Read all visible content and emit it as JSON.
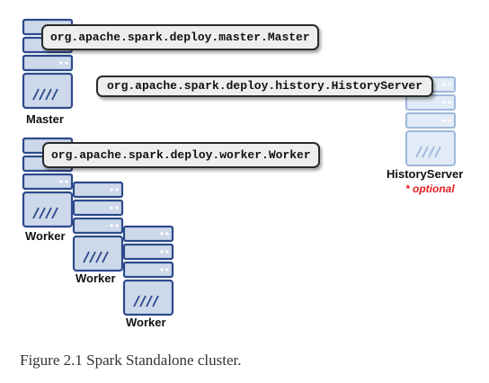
{
  "servers": {
    "master": {
      "label": "Master"
    },
    "worker_1": {
      "label": "Worker"
    },
    "worker_2": {
      "label": "Worker"
    },
    "worker_3": {
      "label": "Worker"
    },
    "history": {
      "label": "HistoryServer",
      "note": "* optional"
    }
  },
  "callouts": {
    "master_class": "org.apache.spark.deploy.master.Master",
    "history_class": "org.apache.spark.deploy.history.HistoryServer",
    "worker_class": "org.apache.spark.deploy.worker.Worker"
  },
  "caption": "Figure 2.1 Spark Standalone cluster.",
  "colors": {
    "active_fill": "#cdd8ea",
    "active_stroke": "#2c4a8c",
    "optional_fill": "#e2ebf6",
    "optional_stroke": "#9fb8da",
    "note_red": "#e02020"
  },
  "icons": {
    "server": "server-rack-icon"
  }
}
